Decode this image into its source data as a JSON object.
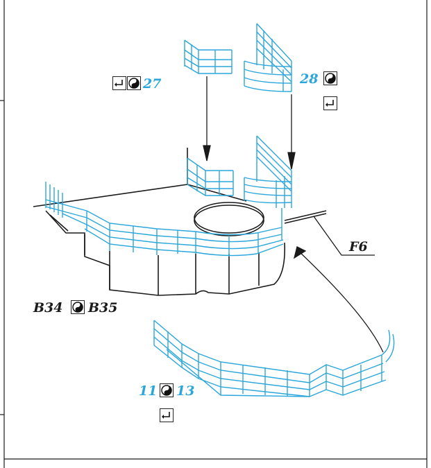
{
  "colors": {
    "line": "#1a1a1a",
    "accent": "#2aa6dc"
  },
  "labels": {
    "step27": "27",
    "step28": "28",
    "ref_f6": "F6",
    "ref_b34": "B34",
    "ref_b35": "B35",
    "step11": "11",
    "step13": "13"
  },
  "icons": [
    "turn-over-icon",
    "glue-icon"
  ]
}
